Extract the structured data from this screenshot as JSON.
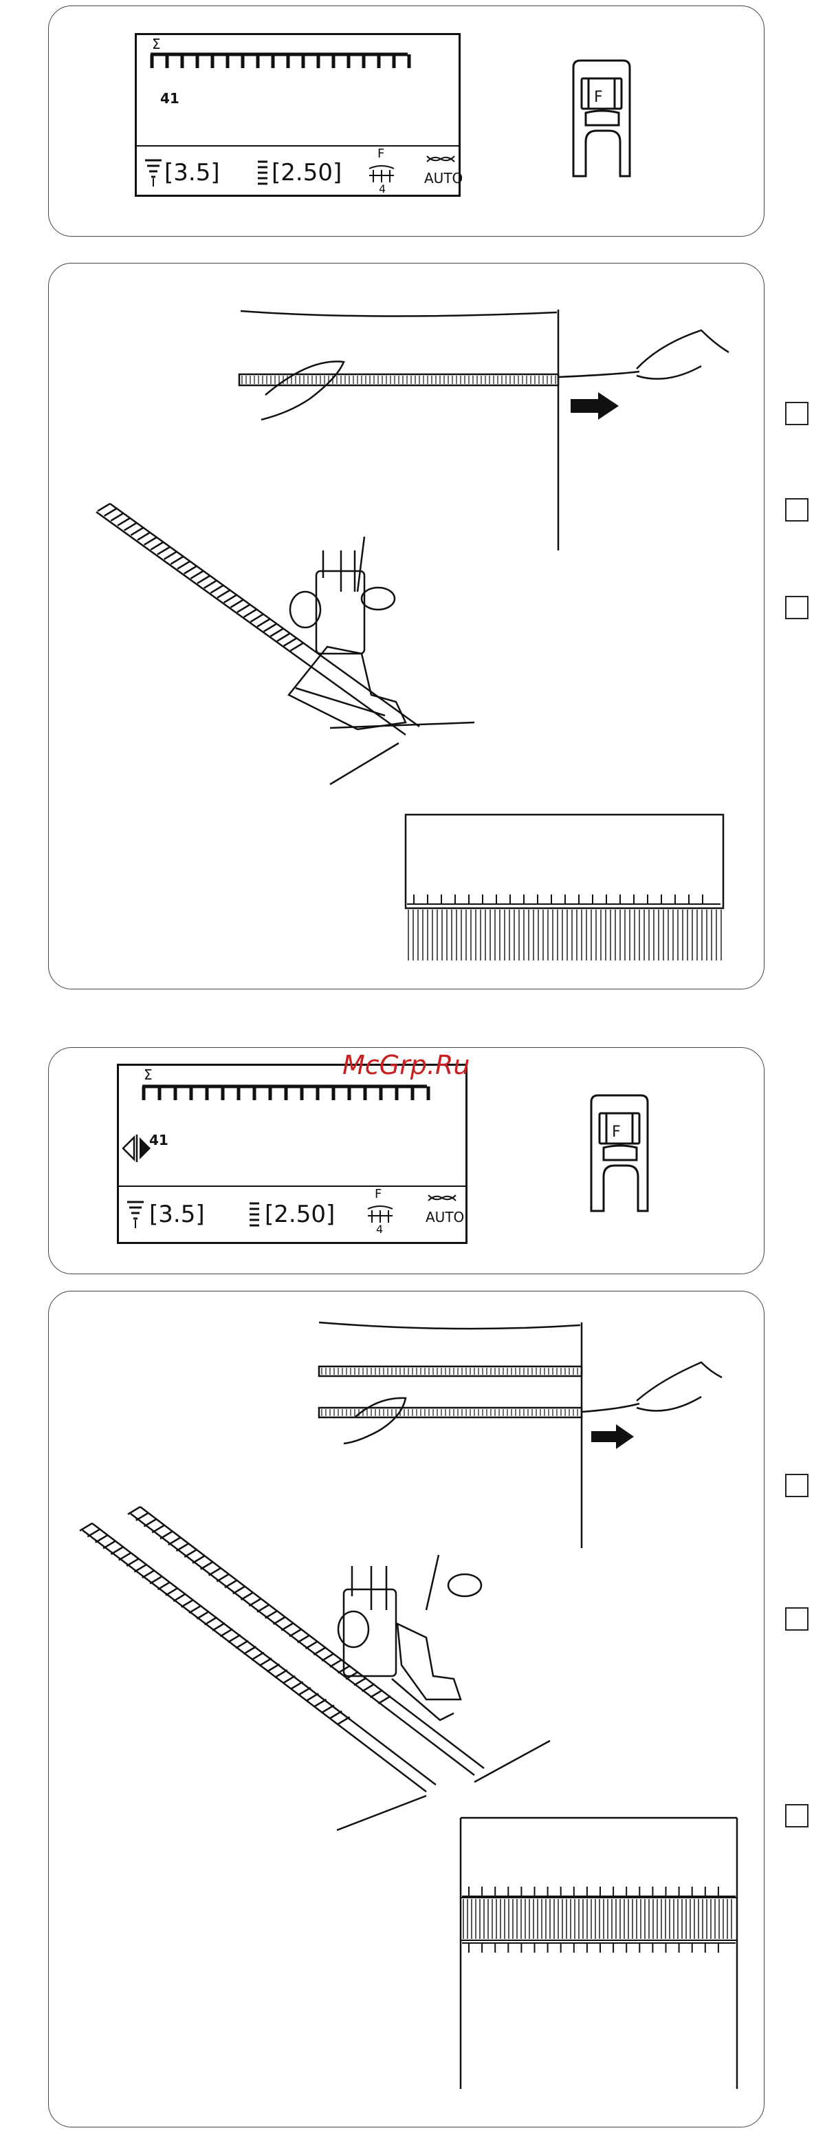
{
  "top_lcd": {
    "pattern_number": "41",
    "width_value": "[3.5]",
    "length_value": "[2.50]",
    "foot_letter": "F",
    "tension_value": "4",
    "thread_cut": "AUTO"
  },
  "top_foot": {
    "letter": "F"
  },
  "bottom_lcd": {
    "pattern_number": "41",
    "width_value": "[3.5]",
    "length_value": "[2.50]",
    "foot_letter": "F",
    "tension_value": "4",
    "thread_cut": "AUTO"
  },
  "bottom_foot": {
    "letter": "F"
  },
  "watermark": "McGrp.Ru",
  "icons": [
    "sigma-icon",
    "width-icon",
    "length-icon",
    "tension-icon",
    "scissors-icon",
    "mirror-icon",
    "presser-foot-icon",
    "arrow-right-icon",
    "checkbox-icon"
  ]
}
